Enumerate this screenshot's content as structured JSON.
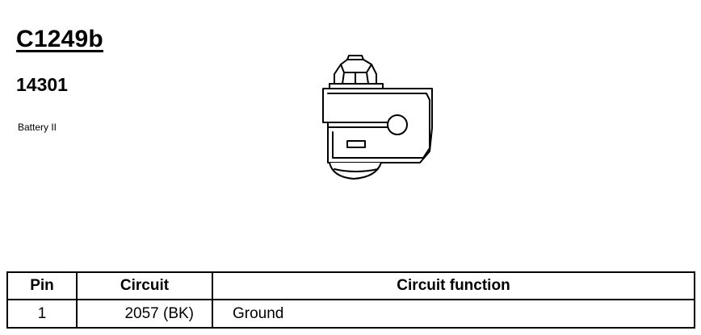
{
  "connector": {
    "id": "C1249b",
    "part_number": "14301",
    "description": "Battery II"
  },
  "table": {
    "headers": {
      "pin": "Pin",
      "circuit": "Circuit",
      "function": "Circuit function"
    },
    "rows": [
      {
        "pin": "1",
        "circuit": "2057 (BK)",
        "function": "Ground"
      }
    ]
  }
}
